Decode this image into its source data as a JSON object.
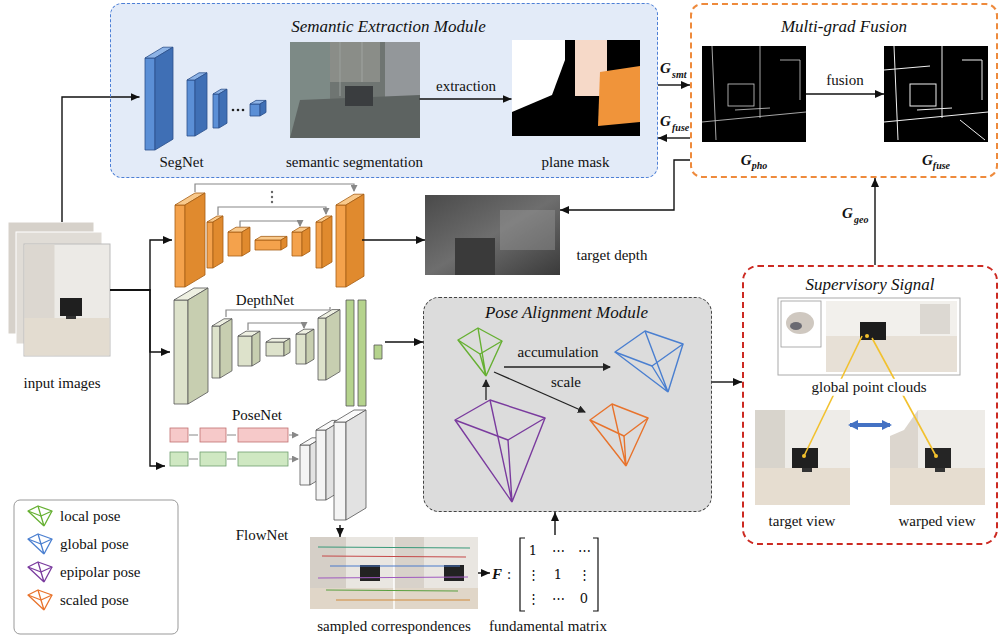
{
  "diagram": {
    "nodes": [
      {
        "text": [
          "Semantic Extraction Module"
        ]
      },
      {
        "text": [
          "SegNet"
        ],
        "in": 0
      },
      {
        "text": [
          "semantic segmentation"
        ],
        "in": 0
      },
      {
        "text": [
          "plane mask"
        ],
        "in": 0
      },
      {
        "text": [
          "Multi-grad Fusion"
        ]
      },
      {
        "text": [
          "G",
          "pho"
        ],
        "in": 4
      },
      {
        "text": [
          "G",
          "fuse"
        ],
        "in": 4
      },
      {
        "text": [
          "input images"
        ]
      },
      {
        "text": [
          "DepthNet"
        ]
      },
      {
        "text": [
          "target depth"
        ]
      },
      {
        "text": [
          "PoseNet"
        ]
      },
      {
        "text": [
          "FlowNet"
        ]
      },
      {
        "text": [
          "Pose Alignment Module"
        ]
      },
      {
        "text": [
          "sampled correspondences"
        ]
      },
      {
        "text": [
          "fundamental matrix"
        ]
      },
      {
        "text": [
          "Supervisory Signal"
        ]
      },
      {
        "text": [
          "global point clouds"
        ],
        "in": 15
      },
      {
        "text": [
          "target view"
        ],
        "in": 15
      },
      {
        "text": [
          "warped view"
        ],
        "in": 15
      }
    ],
    "edges": [
      {
        "from": 7,
        "to": 1,
        "arrow": "to"
      },
      {
        "from": 7,
        "to": 8,
        "arrow": "to"
      },
      {
        "from": 7,
        "to": 10,
        "arrow": "to"
      },
      {
        "from": 7,
        "to": 11,
        "arrow": "to"
      },
      {
        "from": 2,
        "to": 3,
        "label": "extraction",
        "arrow": "to"
      },
      {
        "from": 0,
        "to": 4,
        "arrow": "to"
      },
      {
        "from": 4,
        "to": 0,
        "arrow": "to"
      },
      {
        "from": 5,
        "to": 6,
        "label": "fusion",
        "arrow": "to"
      },
      {
        "from": 8,
        "to": 9,
        "arrow": "to"
      },
      {
        "from": 4,
        "to": 9,
        "arrow": "to"
      },
      {
        "from": 10,
        "to": 12,
        "arrow": "to"
      },
      {
        "from": 11,
        "to": 13,
        "arrow": "to"
      },
      {
        "from": 14,
        "to": 12,
        "arrow": "to"
      },
      {
        "from": 13,
        "to": 14,
        "arrow": "to"
      },
      {
        "from": 12,
        "to": 15,
        "arrow": "to"
      },
      {
        "from": 15,
        "to": 4,
        "arrow": "to"
      },
      {
        "from": 17,
        "to": 18,
        "arrow": "both"
      }
    ],
    "labels": [
      "G",
      "smt",
      "G",
      "fuse",
      "G",
      "geo",
      "accumulation",
      "scale",
      "F",
      ":",
      "1",
      "⋯",
      "⋯",
      "⋮",
      "1",
      "⋮",
      "⋮",
      "⋯",
      "0"
    ],
    "legend": [
      {
        "text": "local pose"
      },
      {
        "text": "global pose"
      },
      {
        "text": "epipolar pose"
      },
      {
        "text": "scaled pose"
      }
    ]
  }
}
